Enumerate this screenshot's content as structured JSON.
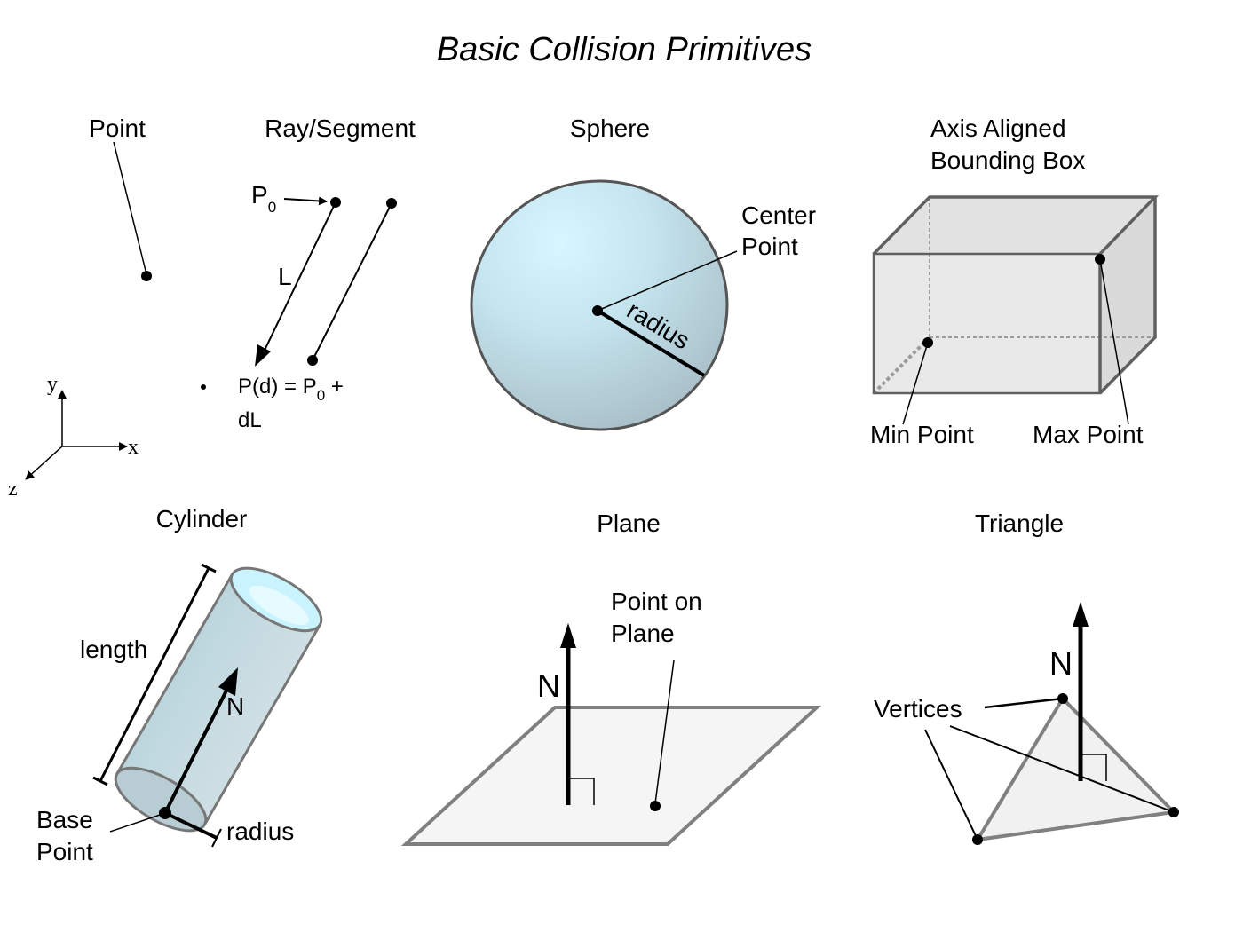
{
  "title": "Basic Collision Primitives",
  "point": {
    "heading": "Point"
  },
  "ray": {
    "heading": "Ray/Segment",
    "p0_base": "P",
    "p0_sub": "0",
    "l_label": "L",
    "eq_line1_a": "P(d) = P",
    "eq_line1_sub": "0",
    "eq_line1_b": " +",
    "eq_line2": "dL"
  },
  "axes": {
    "x": "x",
    "y": "y",
    "z": "z"
  },
  "sphere": {
    "heading": "Sphere",
    "center_line1": "Center",
    "center_line2": "Point",
    "radius": "radius"
  },
  "aabb": {
    "heading_line1": "Axis Aligned",
    "heading_line2": "Bounding Box",
    "min_point": "Min Point",
    "max_point": "Max Point"
  },
  "cylinder": {
    "heading": "Cylinder",
    "length": "length",
    "normal": "N",
    "base_line1": "Base",
    "base_line2": "Point",
    "radius": "radius"
  },
  "plane": {
    "heading": "Plane",
    "point_line1": "Point on",
    "point_line2": "Plane",
    "normal": "N"
  },
  "triangle": {
    "heading": "Triangle",
    "normal": "N",
    "vertices": "Vertices"
  }
}
